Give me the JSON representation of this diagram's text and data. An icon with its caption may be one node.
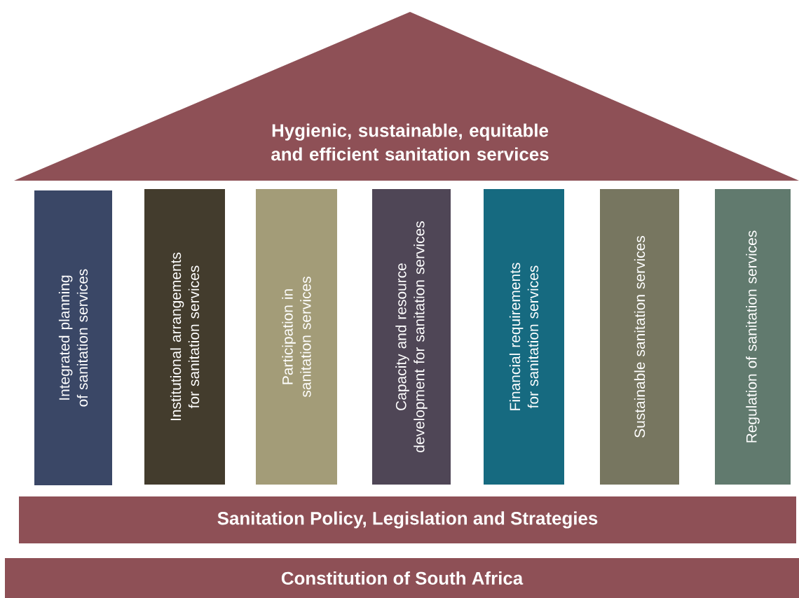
{
  "diagram": {
    "nodes": [
      {
        "text": [
          "Hygienic, sustainable, equitable and efficient sanitation services"
        ]
      },
      {
        "text": [
          "Integrated planning of sanitation services"
        ]
      },
      {
        "text": [
          "Institutional arrangements for sanitation services"
        ]
      },
      {
        "text": [
          "Participation in sanitation services"
        ]
      },
      {
        "text": [
          "Capacity and resource development for sanitation services"
        ]
      },
      {
        "text": [
          "Financial requirements for sanitation services"
        ]
      },
      {
        "text": [
          "Sustainable sanitation services"
        ]
      },
      {
        "text": [
          "Regulation of sanitation services"
        ]
      },
      {
        "text": [
          "Sanitation Policy, Legislation and Strategies"
        ]
      },
      {
        "text": [
          "Constitution of South Africa"
        ]
      }
    ]
  }
}
